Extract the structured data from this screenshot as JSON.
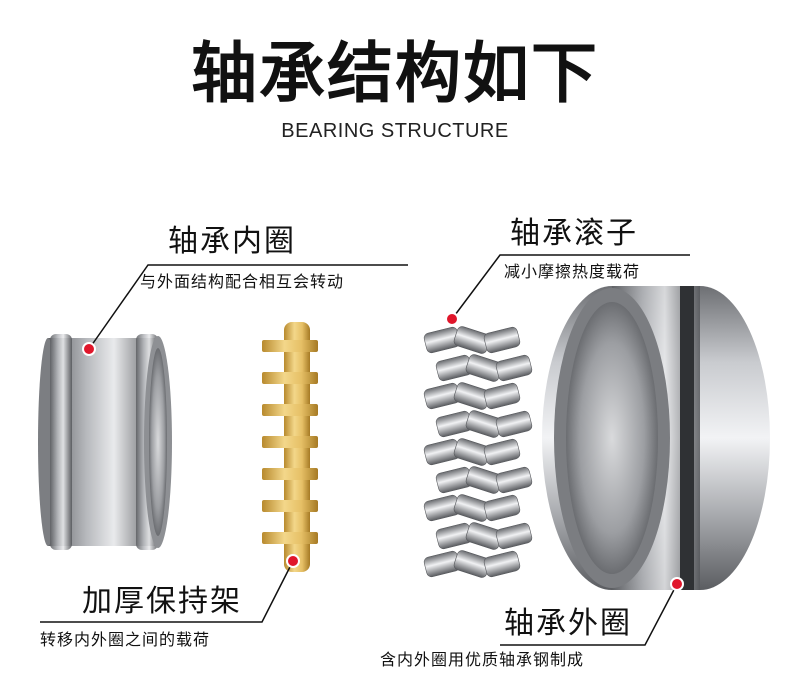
{
  "header": {
    "title": "轴承结构如下",
    "subtitle": "BEARING STRUCTURE"
  },
  "labels": {
    "inner_ring": {
      "title": "轴承内圈",
      "desc": "与外面结构配合相互会转动"
    },
    "roller": {
      "title": "轴承滚子",
      "desc": "减小摩擦热度载荷"
    },
    "cage": {
      "title": "加厚保持架",
      "desc": "转移内外圈之间的载荷"
    },
    "outer_ring": {
      "title": "轴承外圈",
      "desc": "含内外圈用优质轴承钢制成"
    }
  },
  "colors": {
    "marker": "#e0162b",
    "steel": "#9a9ca0",
    "brass": "#e8c46a"
  }
}
